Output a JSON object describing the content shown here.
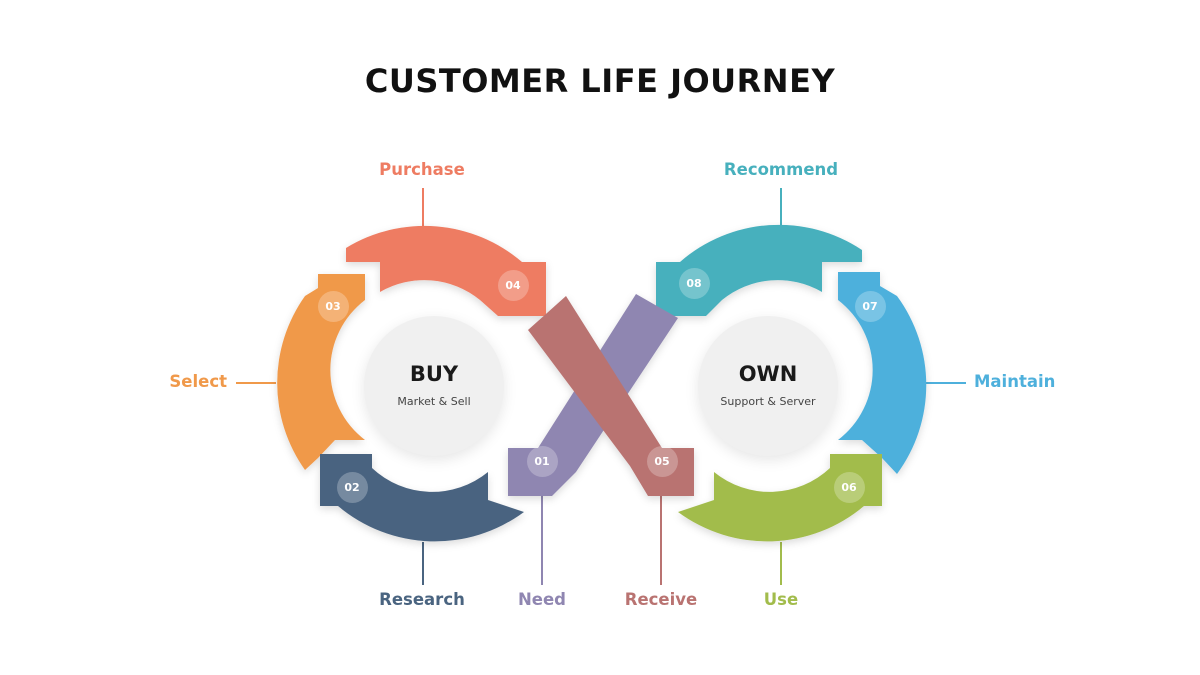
{
  "title": "CUSTOMER LIFE JOURNEY",
  "hubs": {
    "buy": {
      "title": "BUY",
      "subtitle": "Market & Sell"
    },
    "own": {
      "title": "OWN",
      "subtitle": "Support & Server"
    }
  },
  "steps": [
    {
      "number": "01",
      "label": "Need",
      "color": "#8f86b1"
    },
    {
      "number": "02",
      "label": "Research",
      "color": "#4a6480"
    },
    {
      "number": "03",
      "label": "Select",
      "color": "#f0994a"
    },
    {
      "number": "04",
      "label": "Purchase",
      "color": "#ee7c62"
    },
    {
      "number": "05",
      "label": "Receive",
      "color": "#b97371"
    },
    {
      "number": "06",
      "label": "Use",
      "color": "#a2bc4c"
    },
    {
      "number": "07",
      "label": "Maintain",
      "color": "#4eb0dc"
    },
    {
      "number": "08",
      "label": "Recommend",
      "color": "#47b0bd"
    }
  ]
}
